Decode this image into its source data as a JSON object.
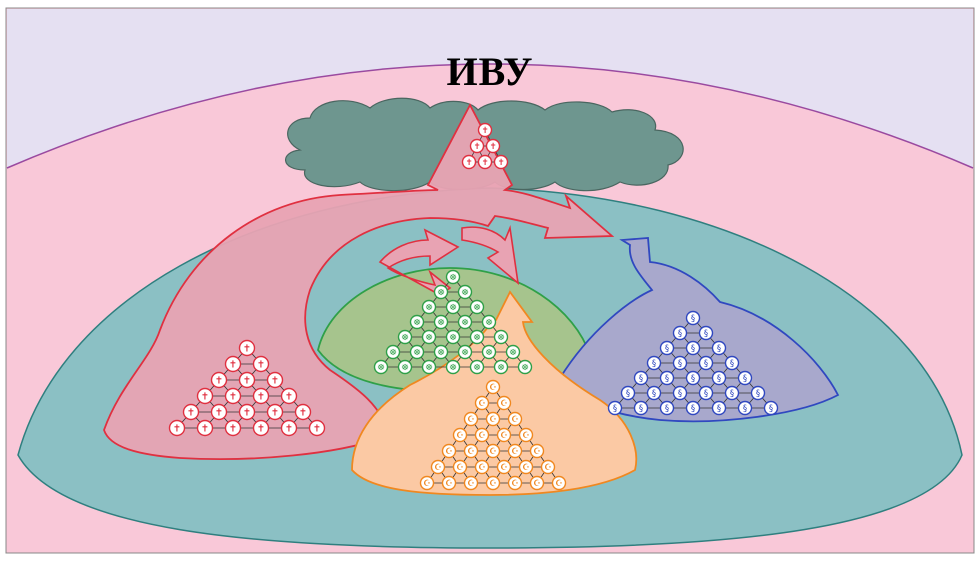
{
  "title": "ИВУ",
  "colors": {
    "sky": "#e5e0f2",
    "outer_field": "#f9c8d8",
    "inner_field": "#8bc0c4",
    "cloud": "#6e968f",
    "red_group": "#e8a3b3",
    "red_stroke": "#e03040",
    "green_group": "#a6c48d",
    "green_stroke": "#2fa048",
    "blue_group": "#a8a8cc",
    "blue_stroke": "#3048c0",
    "orange_group": "#fbc9a4",
    "orange_stroke": "#f08820"
  },
  "groups": [
    {
      "id": "top",
      "symbol": "✝",
      "color": "red"
    },
    {
      "id": "red",
      "symbol": "✝",
      "color": "red"
    },
    {
      "id": "green",
      "symbol": "☸",
      "color": "green"
    },
    {
      "id": "orange",
      "symbol": "☪",
      "color": "orange"
    },
    {
      "id": "blue",
      "symbol": "§",
      "color": "blue"
    }
  ]
}
